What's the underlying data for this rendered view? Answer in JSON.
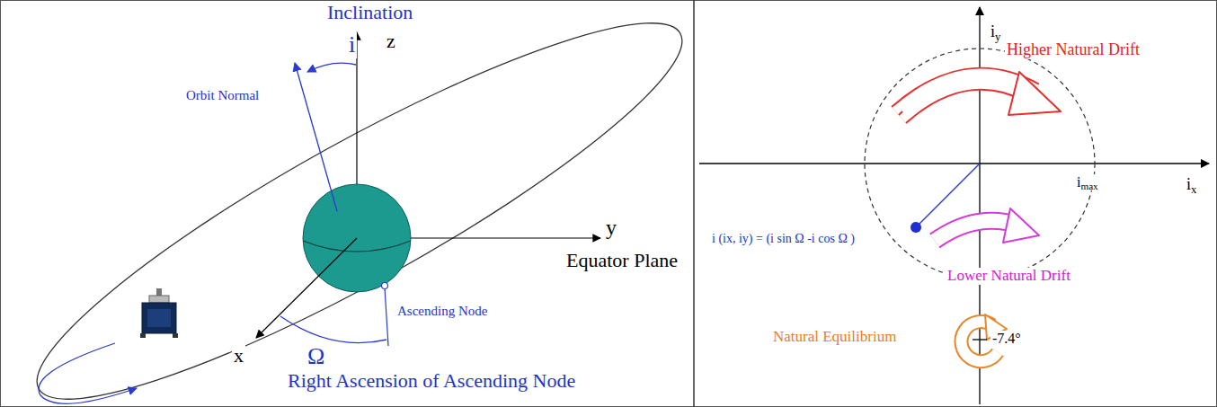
{
  "diagram": {
    "labels": [
      "Inclination",
      "i",
      "z",
      "Orbit Normal",
      "y",
      "Equator Plane",
      "Ascending Node",
      "x",
      "Ω",
      "Right Ascension of Ascending Node",
      "iy",
      "Higher Natural Drift",
      "imax",
      "ix",
      "i (ix, iy) = (i sin Ω -i cos Ω )",
      "Lower Natural Drift",
      "Natural Equilibrium",
      "-7.4°"
    ]
  }
}
